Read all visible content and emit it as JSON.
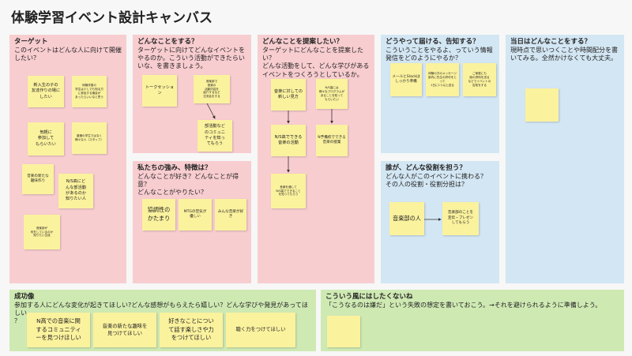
{
  "title": "体験学習イベント設計キャンバス",
  "sections": {
    "target": {
      "title": "ターゲット",
      "subtitle": "このイベントはどんな人に向けて開催\nしたい？",
      "notes": [
        "新入生の子の\n友達作りの場に\nしたい",
        "体験学習の\n学生は少しでも知る方\nに参加する機会が\nあったらいいなと思う",
        "気軽に\n参加して\nもらいたい",
        "普通の学生ではなく\n様々な人（スタッフ）",
        "音楽の新たな\n趣味作り",
        "N/S高にど\nんな部活動\nがあるのか\n知りたい人",
        "音楽部が\n何をしているのか\n知りたい生徒"
      ]
    },
    "what": {
      "title": "どんなことをする？",
      "subtitle": "ターゲットに向けてどんなイベントを\nやるのか。こういう活動ができたらい\nいな、を書きましょう。",
      "notes": [
        "トークセッション",
        "音楽部で\n音楽の\n活動内容を\n紹介するなど\n交流会をする",
        "部活動など\nのコミュニ\nティを知っ\nてもらう"
      ]
    },
    "strengths": {
      "title": "私たちの強み、特徴は？",
      "subtitle": "どんなことが好き？どんなことが得意？\nどんなことがやりたい？",
      "notes": [
        "協調性の\nかたまり",
        "MTGの空気が\n優しい",
        "みんな音楽が好き"
      ]
    },
    "proposal": {
      "title": "どんなことを提案したい？",
      "subtitle": "ターゲットにどんなことを提案したい？\nどんな活動をして、どんな学びがある\nイベントをつくろうとしているか。",
      "notes": [
        "音楽に対しての\n新しい見方",
        "N/S高には\n様々なプログラムが\nあることを知って\nもらいたい",
        "N/S高でできる\n音楽の活動",
        "N予備校でできる\n音楽の授業",
        "音楽を通して\nN/S高でできること\nを知ってもらう"
      ]
    },
    "deliver": {
      "title": "どうやって届ける、告知する？",
      "subtitle": "こういうことをやるよ、っていう情報\n発信をどのようにやるか？",
      "notes": [
        "メールとSlackは\nしっかり準備",
        "体験の方のメッセージ\n部内に先生の許可をとって\n1日に1つ以上送る",
        "ご家庭にも\n紙の資料を送る\nなどでイベントの\n告知をする"
      ]
    },
    "roles": {
      "title": "誰が、どんな役割を担う？",
      "subtitle": "どんな人がこのイベントに携わる？\nその人の役割・役割分担は？",
      "notes": [
        "音楽部の人",
        "音楽部のことを\n宣伝・プレゼン\nしてもらう"
      ]
    },
    "dayof": {
      "title": "当日はどんなことをする？",
      "subtitle": "現時点で思いつくことや時間配分を書\nいてみる。全然かけなくても大丈夫。",
      "notes": [
        ""
      ]
    },
    "results": {
      "title": "成功像",
      "subtitle": "参加する人にどんな変化が起きてほしい?どんな感想がもらえたら嬉しい？どんな学びや発見があってほしい\n？",
      "notes": [
        "N高での音楽に関\nするコミュニティ\nーを見つけほしい",
        "音楽の新たな趣味を\n見つけてほしい",
        "好きなことについ\nて話す楽しさや力\nをつけてほしい",
        "聴く力をつけてほしい"
      ]
    },
    "avoid": {
      "title": "こういう風にはしたくないね",
      "subtitle": "「こうなるのは嫌だ」という失敗の想定を書いておこう。→それを避けられるように準備しよう。",
      "notes": [
        ""
      ]
    }
  },
  "colors": {
    "pink": "#f8cdd0",
    "blue": "#d3e6f3",
    "green": "#cfe9b3",
    "sticky": "#fbf29e"
  }
}
